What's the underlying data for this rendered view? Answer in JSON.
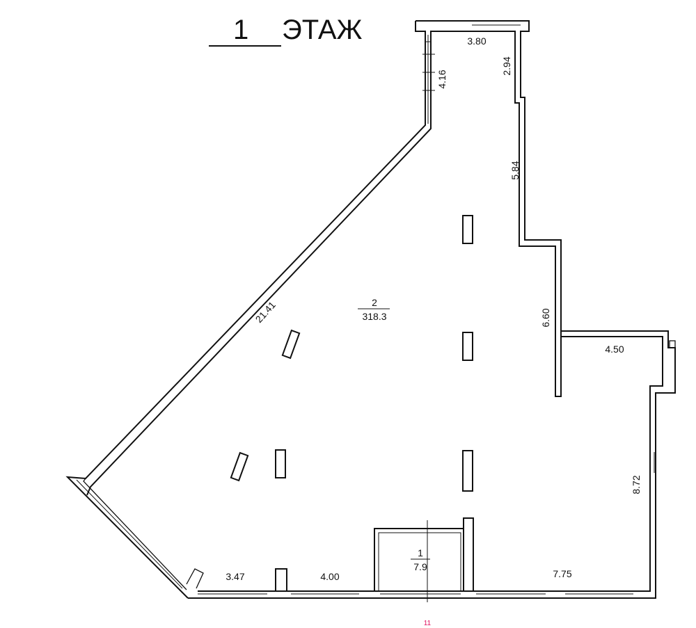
{
  "title": {
    "floor_number": "1",
    "label": "ЭТАЖ"
  },
  "rooms": [
    {
      "number": "2",
      "area": "318.3"
    },
    {
      "number": "1",
      "area": "7.9"
    }
  ],
  "dimensions": {
    "top_width": "3.80",
    "right_top_1": "2.94",
    "left_top": "4.16",
    "right_top_2": "5.84",
    "diagonal": "21.41",
    "right_mid": "6.60",
    "notch_width": "4.50",
    "right_lower": "8.72",
    "bottom_1": "3.47",
    "bottom_2": "4.00",
    "bottom_3": "7.75"
  },
  "marker": "11",
  "colors": {
    "wall": "#111111",
    "marker": "#e0115f",
    "background": "#ffffff"
  }
}
